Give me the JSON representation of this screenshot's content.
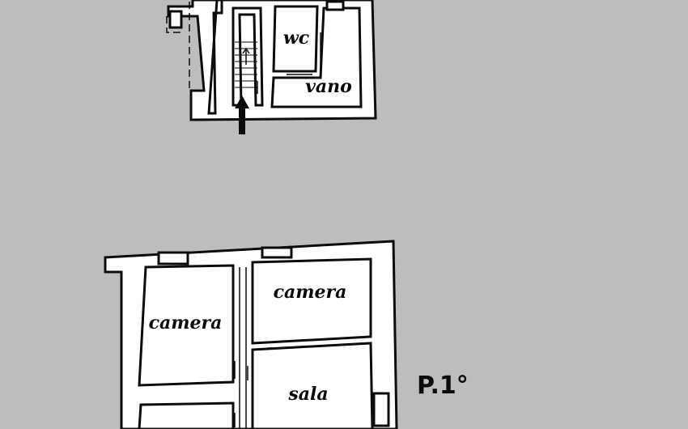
{
  "upper_plan": {
    "rooms": {
      "wc": "wc",
      "vano": "vano"
    },
    "entrance_arrow_icon": "arrow-up-icon"
  },
  "lower_plan": {
    "rooms": {
      "camera_right": "camera",
      "camera_left": "camera",
      "sala": "sala"
    },
    "floor_label": "P.1°"
  },
  "colors": {
    "background": "#bdbdbd",
    "floor_fill": "#ffffff",
    "walls": "#0c0c0c"
  }
}
